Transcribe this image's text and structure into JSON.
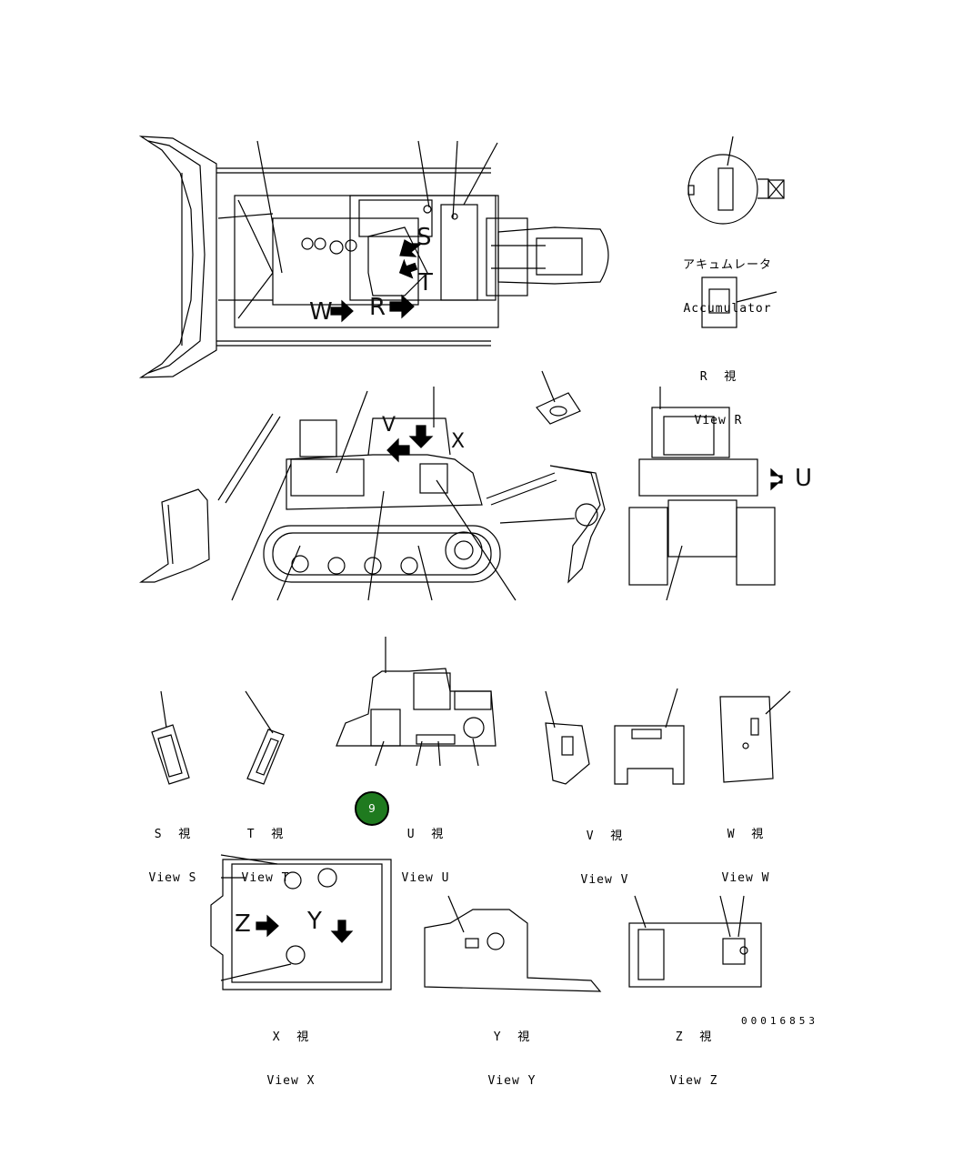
{
  "views": {
    "accumulator": {
      "jp": "アキュムレータ",
      "en": "Accumulator"
    },
    "r": {
      "jp": "R  視",
      "en": "View R"
    },
    "s": {
      "jp": "S  視",
      "en": "View S"
    },
    "t": {
      "jp": "T  視",
      "en": "View T"
    },
    "u": {
      "jp": "U  視",
      "en": "View U"
    },
    "v": {
      "jp": "V  視",
      "en": "View V"
    },
    "w": {
      "jp": "W  視",
      "en": "View W"
    },
    "x": {
      "jp": "X  視",
      "en": "View X"
    },
    "y": {
      "jp": "Y  視",
      "en": "View Y"
    },
    "z": {
      "jp": "Z  視",
      "en": "View Z"
    }
  },
  "arrow_letters": {
    "top_s": "S",
    "top_t": "T",
    "top_w": "W",
    "top_r": "R",
    "side_v": "V",
    "side_x": "X",
    "rear_u": "U",
    "x_view_z": "Z",
    "x_view_y": "Y"
  },
  "marker_number": "9",
  "drawing_number": "00016853",
  "colors": {
    "marker_fill": "#1f7a1f",
    "line": "#000000"
  }
}
